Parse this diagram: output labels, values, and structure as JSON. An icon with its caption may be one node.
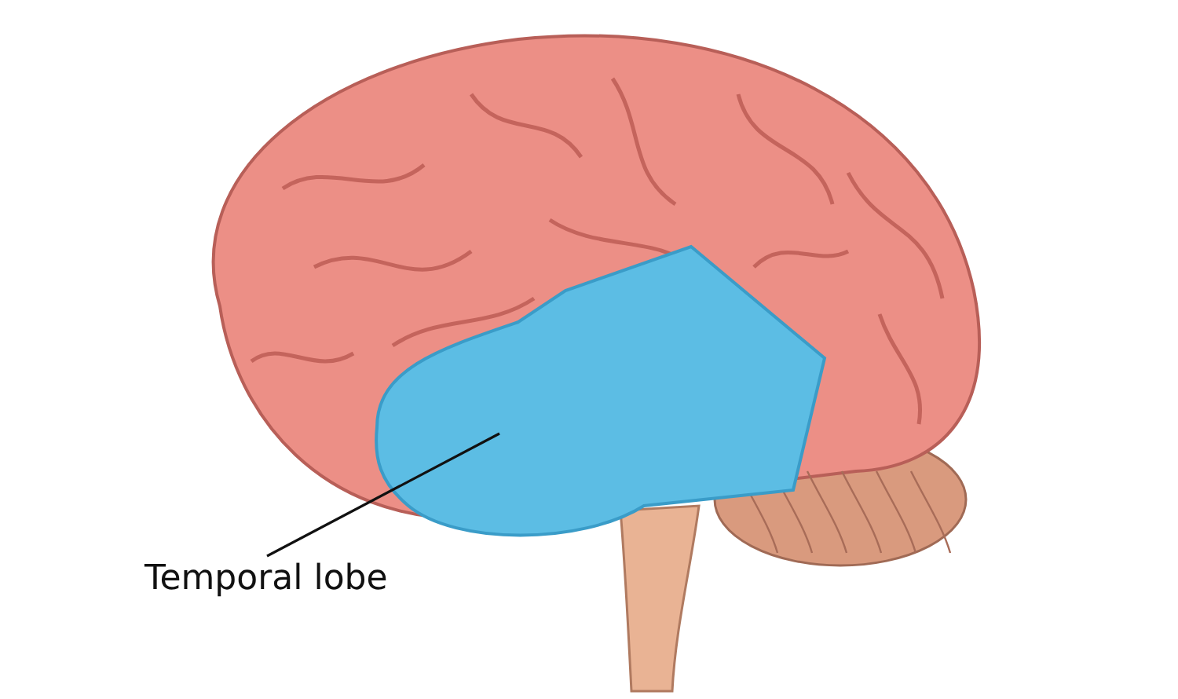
{
  "diagram": {
    "nodes": [
      {
        "text": [
          "Temporal lobe"
        ]
      },
      {
        "text": [],
        "shape": "picture"
      }
    ],
    "edges": [
      {
        "from": 0,
        "to": 1,
        "arrow": "none"
      }
    ]
  }
}
